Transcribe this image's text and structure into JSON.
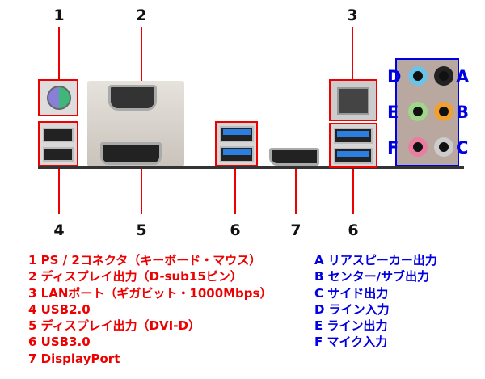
{
  "callout_numbers": {
    "top": [
      "1",
      "2",
      "3"
    ],
    "bottom": [
      "4",
      "5",
      "6",
      "7",
      "6"
    ]
  },
  "audio_letters": [
    "D",
    "A",
    "E",
    "B",
    "F",
    "C"
  ],
  "legend_ports": [
    "1 PS / 2コネクタ（キーボード・マウス）",
    "2 ディスプレイ出力（D-sub15ピン）",
    "3 LANポート（ギガビット・1000Mbps）",
    "4 USB2.0",
    "5 ディスプレイ出力（DVI-D）",
    "6 USB3.0",
    "7 DisplayPort"
  ],
  "legend_audio": [
    "A リアスピーカー出力",
    "B センター/サブ出力",
    "C サイド出力",
    "D ライン入力",
    "E ライン出力",
    "F マイク入力"
  ],
  "colors": {
    "callout": "#ee0000",
    "audio": "#0000e0"
  }
}
